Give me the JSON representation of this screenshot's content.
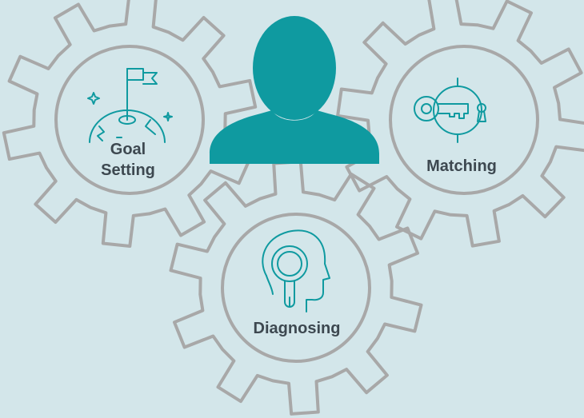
{
  "colors": {
    "background": "#d3e6ea",
    "gear_outline": "#a8a8a8",
    "accent": "#0f9aa0",
    "label_text": "#3d4850"
  },
  "gears": [
    {
      "id": "goal-setting",
      "label_lines": [
        "Goal",
        "Setting"
      ],
      "icon": "flag-on-globe-icon"
    },
    {
      "id": "matching",
      "label_lines": [
        "Matching"
      ],
      "icon": "key-and-keyhole-icon"
    },
    {
      "id": "diagnosing",
      "label_lines": [
        "Diagnosing"
      ],
      "icon": "head-magnifier-icon"
    }
  ],
  "center_figure": {
    "icon": "person-silhouette-icon"
  }
}
